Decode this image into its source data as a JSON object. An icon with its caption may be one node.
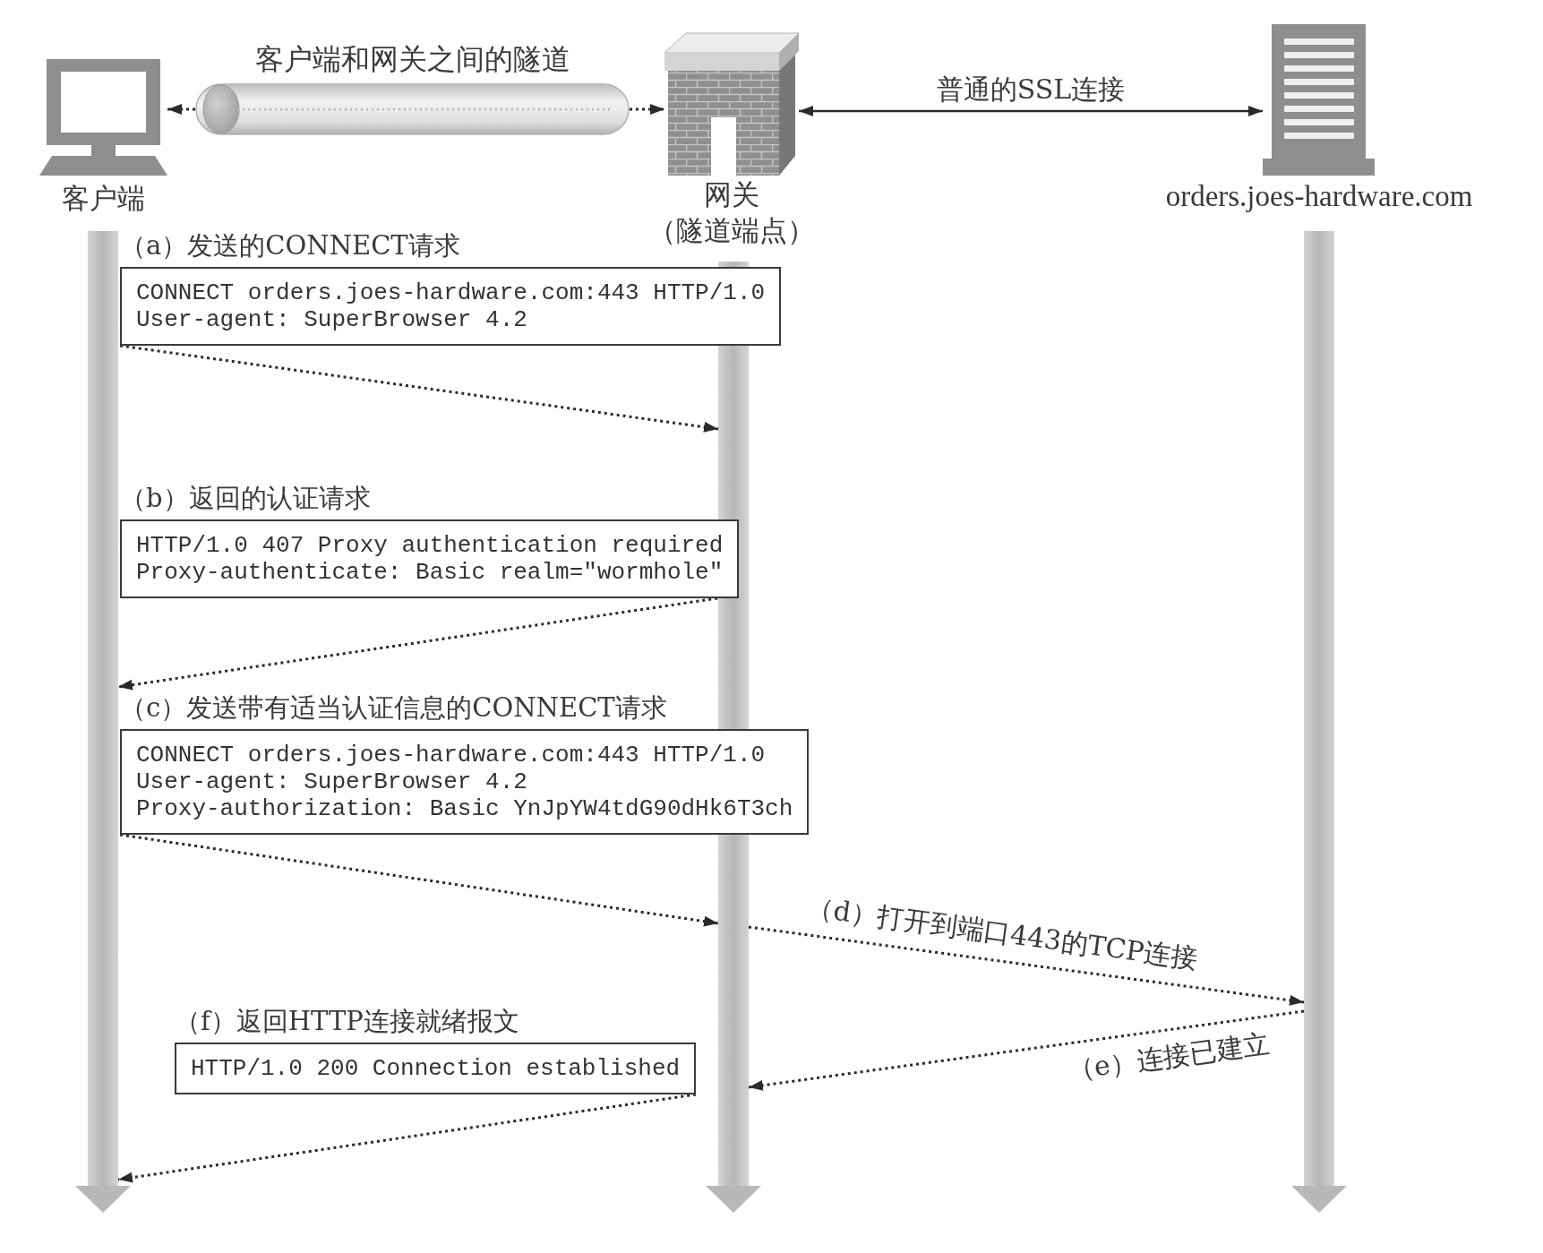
{
  "diagram": {
    "nodes": [
      {
        "text": [],
        "shape": "picture",
        "beside": [
          "客户端"
        ]
      },
      {
        "text": [
          "客户端和网关之间的隧道"
        ]
      },
      {
        "text": [],
        "shape": "picture",
        "beside": [
          "网关",
          "（隧道端点）"
        ]
      },
      {
        "text": [],
        "shape": "picture",
        "beside": [
          "orders.joes-hardware.com"
        ]
      },
      {
        "text": [],
        "shape": "bar"
      },
      {
        "text": [],
        "shape": "bar"
      },
      {
        "text": [],
        "shape": "bar"
      },
      {
        "text": [
          "（a）发送的CONNECT请求",
          "CONNECT orders.joes-hardware.com:443 HTTP/1.0",
          "User-agent: SuperBrowser 4.2"
        ]
      },
      {
        "text": [
          "（b）返回的认证请求",
          "HTTP/1.0 407 Proxy authentication required",
          "Proxy-authenticate: Basic realm=\"wormhole\""
        ]
      },
      {
        "text": [
          "（c）发送带有适当认证信息的CONNECT请求",
          "CONNECT orders.joes-hardware.com:443 HTTP/1.0",
          "User-agent: SuperBrowser 4.2",
          "Proxy-authorization: Basic YnJpYW4tdG90dHk6T3ch"
        ]
      },
      {
        "text": [
          "（f）返回HTTP连接就绪报文",
          "HTTP/1.0 200 Connection established"
        ]
      }
    ],
    "edges": [
      {
        "from": 1,
        "to": 0,
        "arrow": "to",
        "style": "dashed"
      },
      {
        "from": 1,
        "to": 2,
        "arrow": "to",
        "style": "dashed"
      },
      {
        "from": 2,
        "to": 3,
        "arrow": "both",
        "label": "普通的SSL连接"
      },
      {
        "from": 7,
        "to": 5,
        "arrow": "to",
        "style": "dashed"
      },
      {
        "from": 8,
        "to": 4,
        "arrow": "to",
        "style": "dashed"
      },
      {
        "from": 9,
        "to": 5,
        "arrow": "to",
        "style": "dashed"
      },
      {
        "from": 5,
        "to": 6,
        "arrow": "to",
        "style": "dashed",
        "label": "（d）打开到端口443的TCP连接"
      },
      {
        "from": 6,
        "to": 5,
        "arrow": "to",
        "style": "dashed",
        "label": "（e）连接已建立"
      },
      {
        "from": 10,
        "to": 4,
        "arrow": "to",
        "style": "dashed"
      }
    ]
  }
}
